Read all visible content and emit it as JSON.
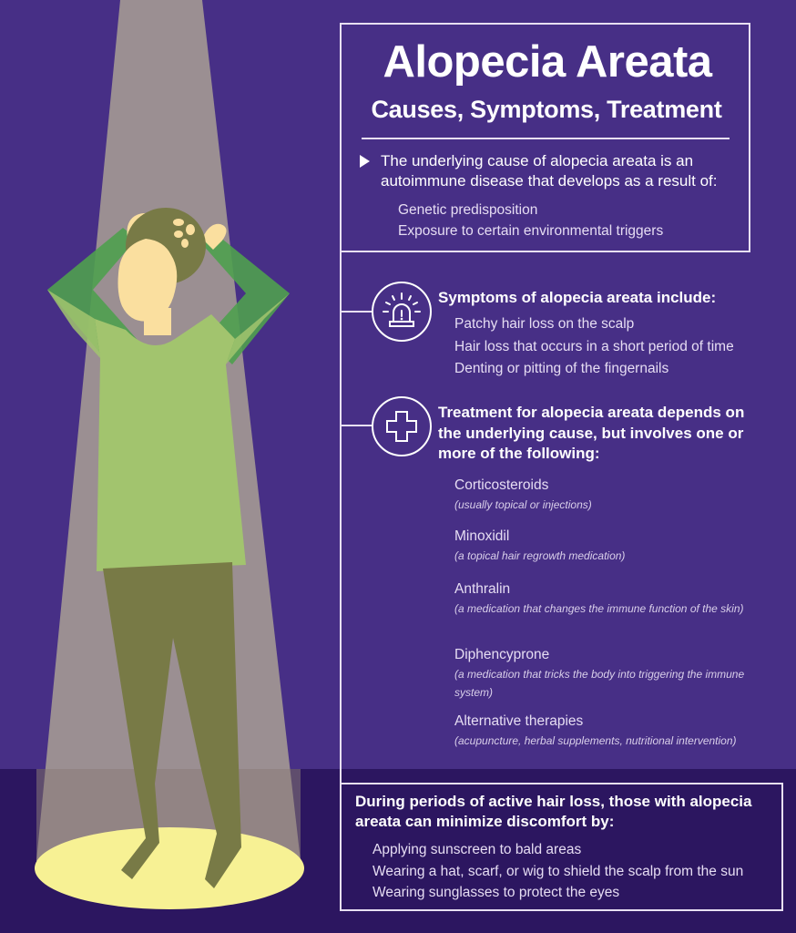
{
  "header": {
    "title": "Alopecia Areata",
    "subtitle": "Causes, Symptoms, Treatment"
  },
  "causes": {
    "icon": "triangle-bullet-icon",
    "text": "The underlying cause of alopecia areata is an autoimmune disease that develops as a result of:",
    "items": [
      "Genetic predisposition",
      "Exposure to certain environmental triggers"
    ]
  },
  "symptoms": {
    "icon": "alarm-siren-icon",
    "heading": "Symptoms of alopecia areata include:",
    "items": [
      "Patchy hair loss on the scalp",
      "Hair loss that occurs in a short period of time",
      "Denting or pitting of the fingernails"
    ]
  },
  "treatment": {
    "icon": "medical-cross-icon",
    "heading": "Treatment for alopecia areata depends on the underlying cause, but involves one or more of the following:",
    "items": [
      {
        "name": "Corticosteroids",
        "desc": "(usually topical or injections)"
      },
      {
        "name": "Minoxidil",
        "desc": "(a topical hair regrowth medication)"
      },
      {
        "name": "Anthralin",
        "desc": "(a medication that changes the immune function of the skin)"
      },
      {
        "name": "Diphencyprone",
        "desc": "(a medication that tricks the body into triggering the immune system)"
      },
      {
        "name": "Alternative therapies",
        "desc": "(acupuncture, herbal supplements, nutritional intervention)"
      }
    ]
  },
  "tips": {
    "heading": "During periods of active hair loss, those with alopecia areata can minimize discomfort by:",
    "items": [
      "Applying sunscreen to bald areas",
      "Wearing a hat, scarf, or wig to shield the scalp from the sun",
      "Wearing sunglasses to protect the eyes"
    ]
  },
  "colors": {
    "background": "#472f86",
    "floor": "#2c1660",
    "spotlight": "#9b8f92",
    "spotlight_floor": "#f7f194",
    "shirt": "#a2c46e",
    "sleeves": "#4fa04f",
    "pants_hair": "#787a46",
    "skin": "#fadf9f",
    "line": "#e8e0f2"
  }
}
